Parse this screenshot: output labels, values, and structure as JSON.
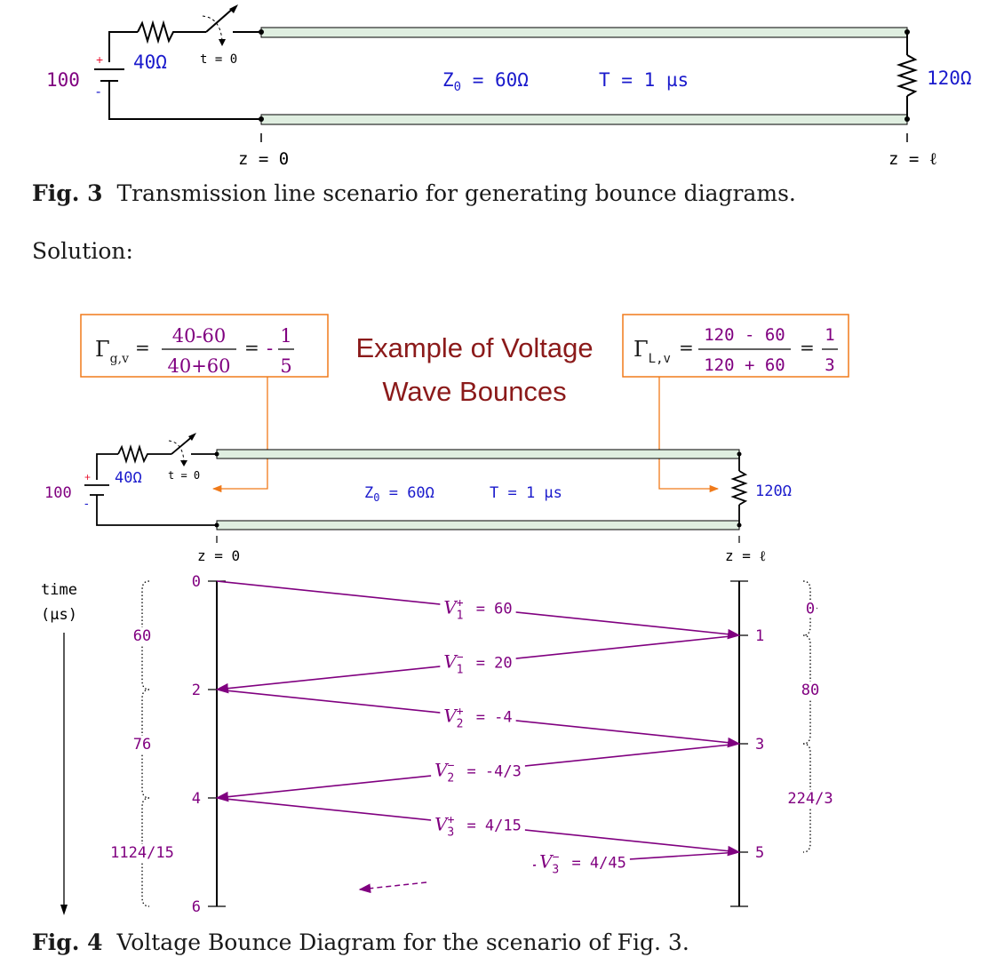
{
  "fig3": {
    "source_voltage": "100",
    "source_resistance": "40Ω",
    "switch_label": "t = 0",
    "z0_label": "Z",
    "z0_sub": "0",
    "z0_value": " = 60Ω",
    "delay_label": "T = 1 µs",
    "load_resistance": "120Ω",
    "z_start": "z = 0",
    "z_end": "z = ℓ",
    "caption_num": "Fig. 3",
    "caption_text": "Transmission line scenario for generating bounce diagrams."
  },
  "solution_label": "Solution:",
  "fig4": {
    "title_line1": "Example of Voltage",
    "title_line2": "Wave Bounces",
    "gamma_g": {
      "symbol": "Γ",
      "sub": "g,v",
      "eq": "=",
      "num": "40-60",
      "den": "40+60",
      "eq2": "=",
      "sign": "-",
      "res_num": "1",
      "res_den": "5"
    },
    "gamma_l": {
      "symbol": "Γ",
      "sub": "L,v",
      "eq": "=",
      "num": "120 - 60",
      "den": "120 + 60",
      "eq2": "=",
      "res_num": "1",
      "res_den": "3"
    },
    "source_voltage": "100",
    "source_resistance": "40Ω",
    "switch_label": "t = 0",
    "z0_label": "Z",
    "z0_sub": "0",
    "z0_value": " = 60Ω",
    "delay_label": "T = 1 µs",
    "load_resistance": "120Ω",
    "z_start": "z = 0",
    "z_end": "z = ℓ",
    "time_label_1": "time",
    "time_label_2": "(µs)",
    "left_ticks": [
      "0",
      "2",
      "4",
      "6"
    ],
    "right_ticks": [
      "1",
      "3",
      "5"
    ],
    "left_braces": [
      "60",
      "76",
      "1124/15"
    ],
    "right_braces": [
      "0",
      "80",
      "224/3"
    ],
    "waves": [
      {
        "v": "V",
        "sup": "+",
        "sub": "1",
        "val": "= 60"
      },
      {
        "v": "V",
        "sup": "−",
        "sub": "1",
        "val": "= 20"
      },
      {
        "v": "V",
        "sup": "+",
        "sub": "2",
        "val": "= -4"
      },
      {
        "v": "V",
        "sup": "−",
        "sub": "2",
        "val": "= -4/3"
      },
      {
        "v": "V",
        "sup": "+",
        "sub": "3",
        "val": "= 4/15"
      },
      {
        "v": "V",
        "sup": "−",
        "sub": "3",
        "val": "= 4/45"
      }
    ],
    "caption_num": "Fig. 4",
    "caption_text": "Voltage Bounce Diagram for the scenario of Fig. 3."
  },
  "colors": {
    "purple": "#800080",
    "blue": "#1a1acc",
    "orange": "#f07a1a",
    "darkred": "#8b1a1a",
    "line_fill": "#dfeee0",
    "red": "#e8112d"
  }
}
